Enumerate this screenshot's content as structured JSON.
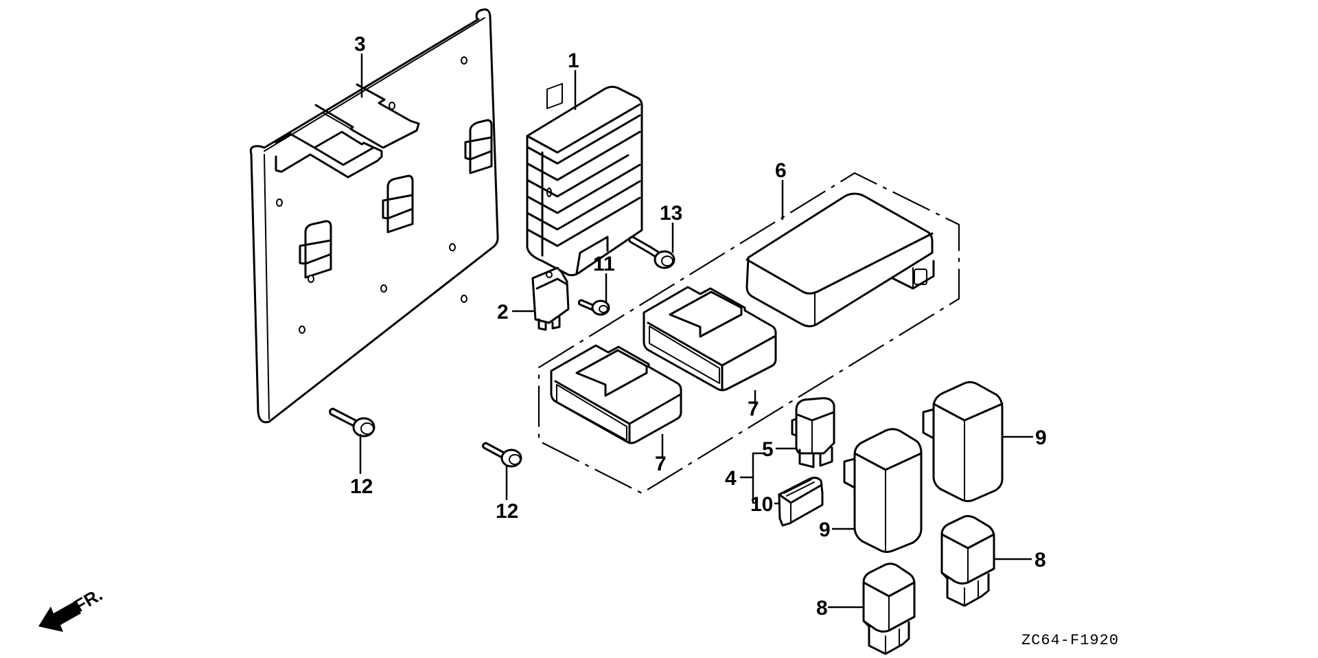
{
  "diagram": {
    "type": "exploded-parts-diagram",
    "drawing_code": "ZC64-F1920",
    "direction_indicator": {
      "label": "FR.",
      "icon": "front-arrow-icon"
    },
    "callouts": [
      {
        "ref": "1",
        "part": "regulator-rectifier"
      },
      {
        "ref": "2",
        "part": "small-relay-bracket-unit"
      },
      {
        "ref": "3",
        "part": "mounting-plate"
      },
      {
        "ref": "4",
        "part": "relay-assembly-group"
      },
      {
        "ref": "5",
        "part": "relay"
      },
      {
        "ref": "6",
        "part": "control-unit"
      },
      {
        "ref": "7",
        "part": "connector-cover"
      },
      {
        "ref": "7",
        "part": "connector-cover"
      },
      {
        "ref": "8",
        "part": "relay"
      },
      {
        "ref": "8",
        "part": "relay"
      },
      {
        "ref": "9",
        "part": "relay-large"
      },
      {
        "ref": "9",
        "part": "relay-large"
      },
      {
        "ref": "10",
        "part": "relay-connector"
      },
      {
        "ref": "11",
        "part": "screw"
      },
      {
        "ref": "12",
        "part": "flange-bolt"
      },
      {
        "ref": "12",
        "part": "flange-bolt"
      },
      {
        "ref": "13",
        "part": "flange-bolt"
      }
    ]
  }
}
